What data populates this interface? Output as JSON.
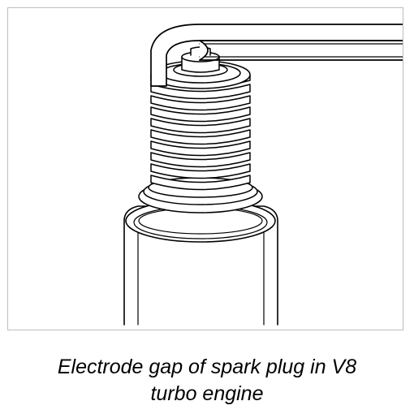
{
  "figure": {
    "subject": "spark-plug-illustration",
    "stroke_color": "#000000",
    "background_color": "#ffffff",
    "frame_color": "#bdbdbd"
  },
  "caption": {
    "line1": "Electrode gap of spark plug in V8",
    "line2": "turbo engine"
  }
}
